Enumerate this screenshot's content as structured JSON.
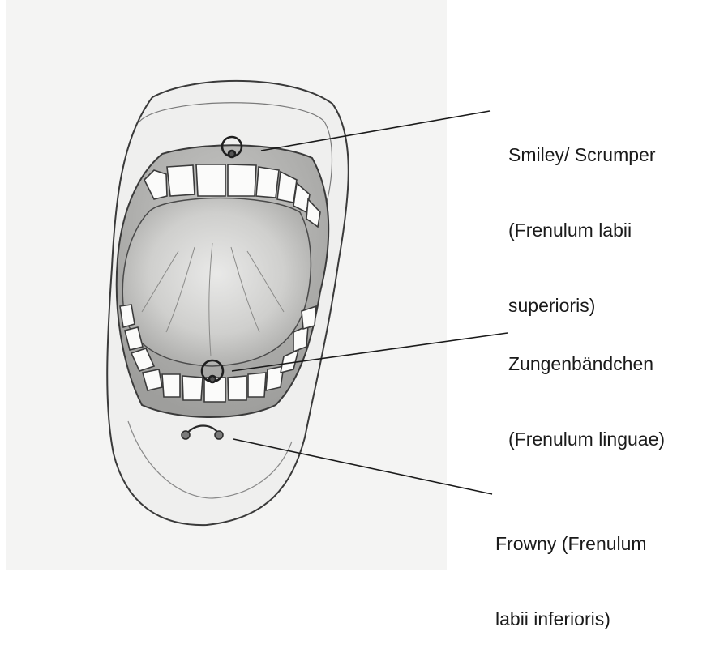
{
  "labels": {
    "smiley": {
      "line1": "Smiley/ Scrumper",
      "line2": "(Frenulum labii",
      "line3": "superioris)"
    },
    "zungen": {
      "line1": "Zungenbändchen",
      "line2": "(Frenulum linguae)"
    },
    "frowny": {
      "line1": "Frowny (Frenulum",
      "line2": "labii inferioris)"
    }
  },
  "colors": {
    "background": "#ffffff",
    "paper": "#f4f4f3",
    "pencil": "#3a3a3a",
    "label_text": "#1a1a1a"
  }
}
